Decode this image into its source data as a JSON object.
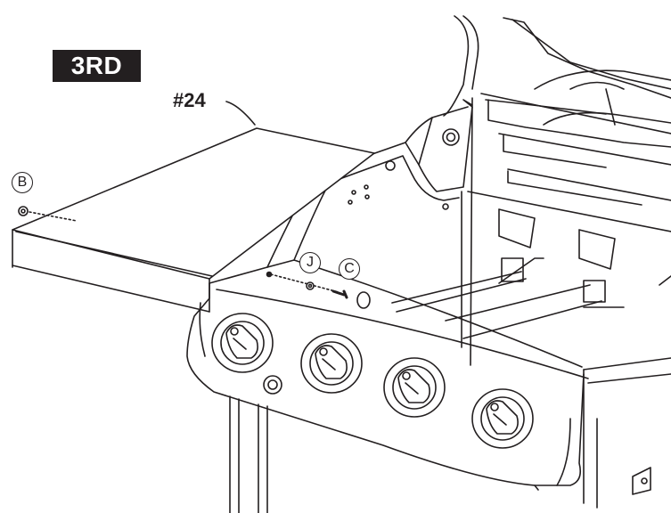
{
  "diagram": {
    "step_label": "3RD",
    "part_number": "#24",
    "hardware": [
      {
        "key": "b",
        "label": "B"
      },
      {
        "key": "j",
        "label": "J"
      },
      {
        "key": "c",
        "label": "C"
      }
    ]
  },
  "colors": {
    "ink": "#231f20",
    "badge_bg": "#231f20",
    "badge_text": "#ffffff",
    "background": "#ffffff"
  }
}
